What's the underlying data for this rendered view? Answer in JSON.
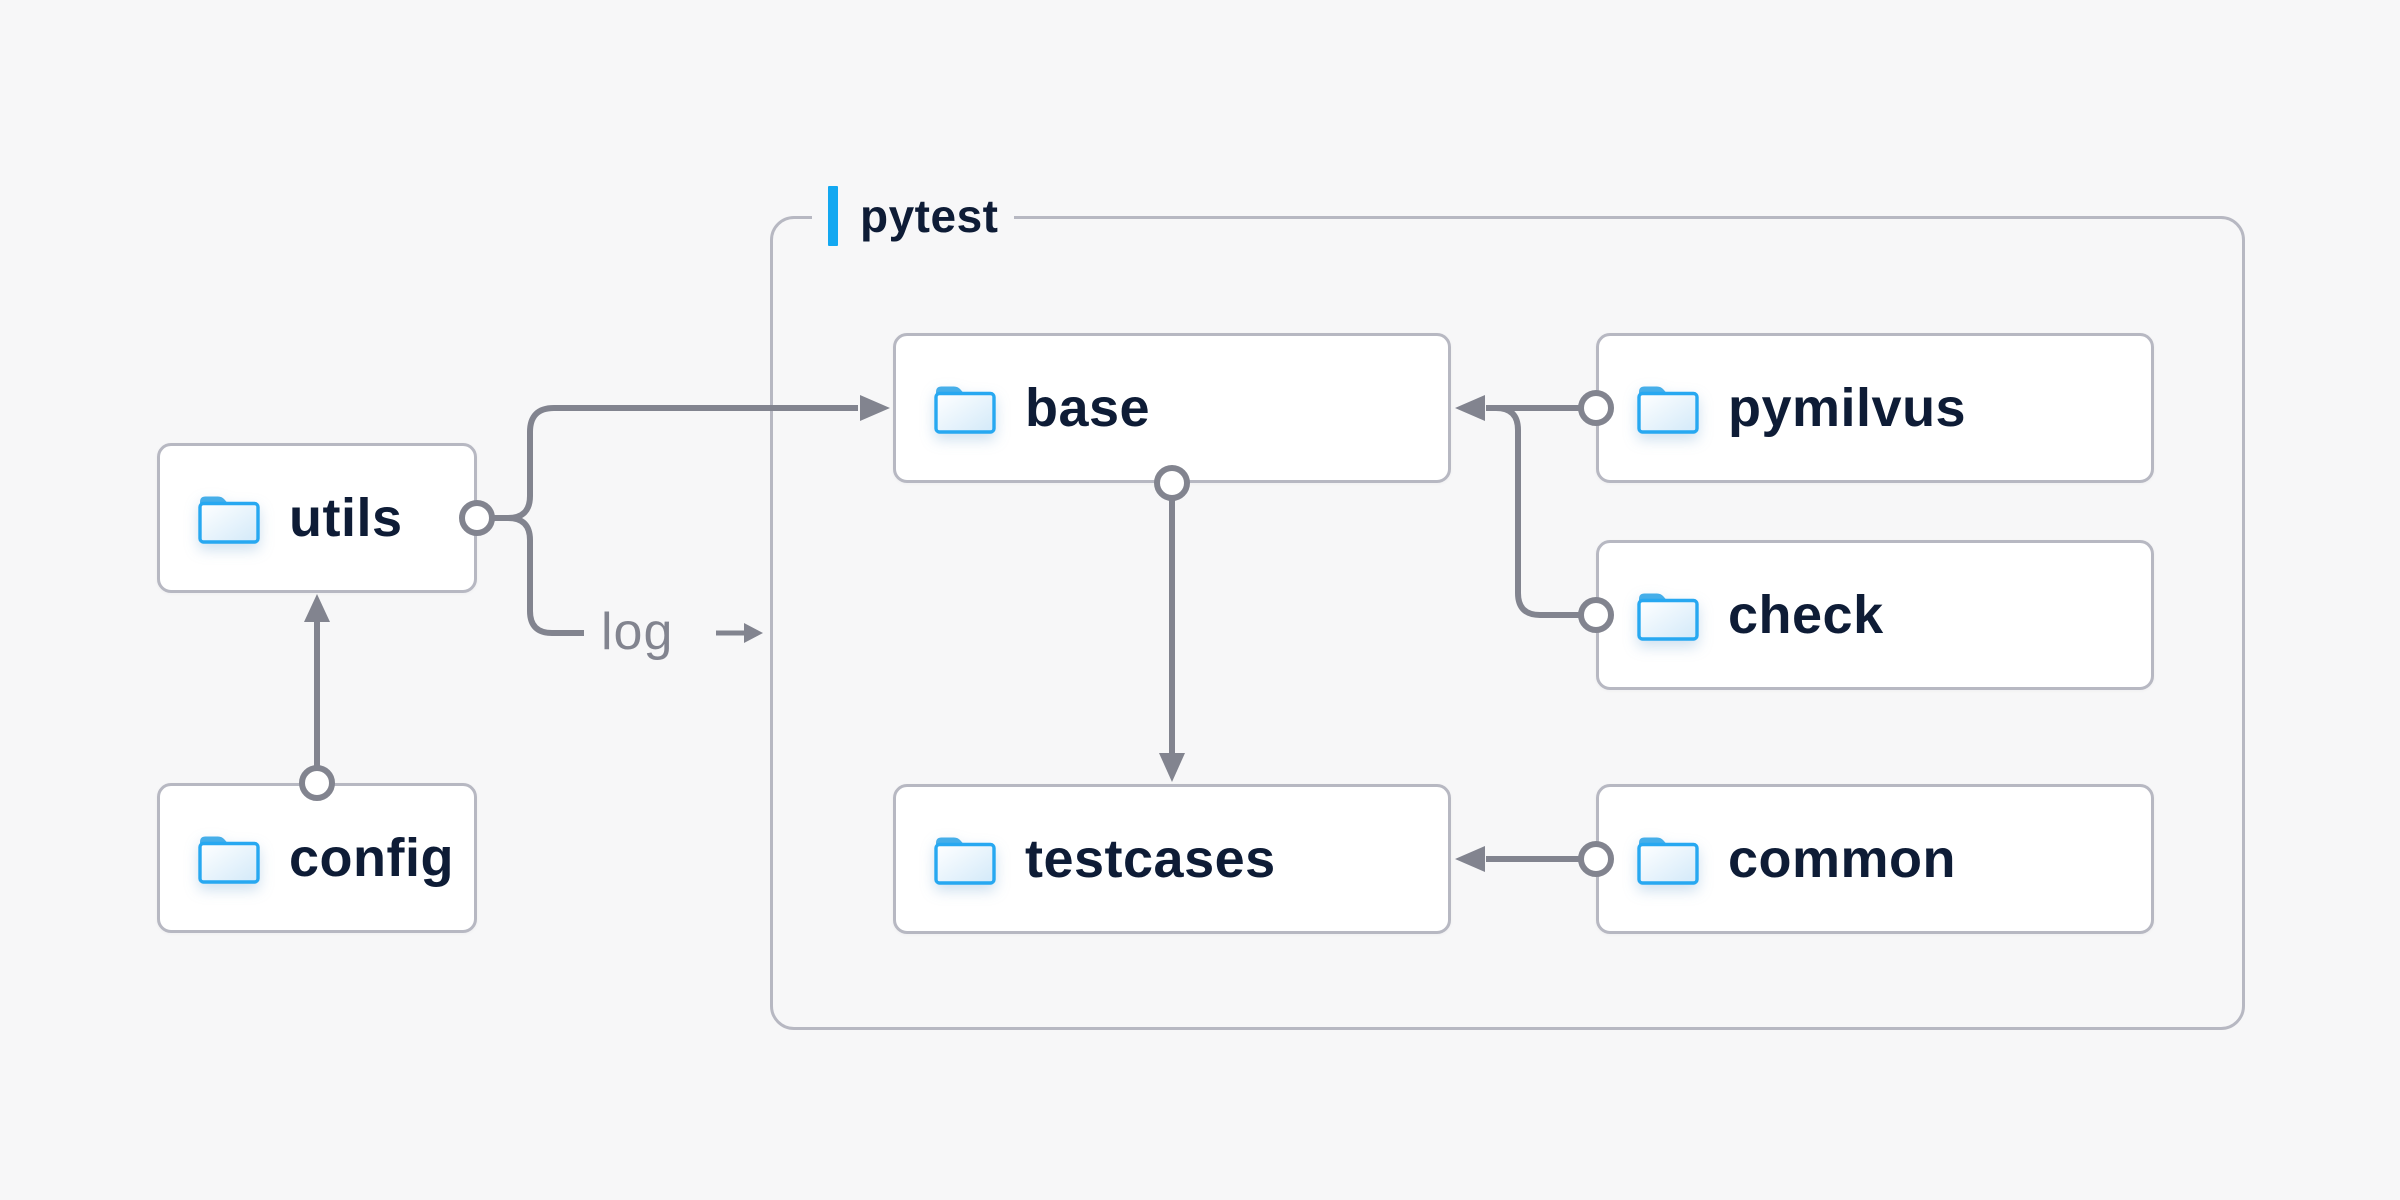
{
  "diagram": {
    "group": {
      "label": "pytest"
    },
    "nodes": {
      "utils": {
        "label": "utils",
        "icon": "folder"
      },
      "config": {
        "label": "config",
        "icon": "folder"
      },
      "base": {
        "label": "base",
        "icon": "folder"
      },
      "pymilvus": {
        "label": "pymilvus",
        "icon": "folder"
      },
      "check": {
        "label": "check",
        "icon": "folder"
      },
      "testcases": {
        "label": "testcases",
        "icon": "folder"
      },
      "common": {
        "label": "common",
        "icon": "folder"
      }
    },
    "edges": [
      {
        "from": "config",
        "to": "utils",
        "style": "arrow"
      },
      {
        "from": "utils",
        "to": "base",
        "style": "arrow"
      },
      {
        "from": "utils",
        "to": "pytest-group",
        "style": "arrow",
        "label": "log"
      },
      {
        "from": "pymilvus",
        "to": "base",
        "style": "arrow"
      },
      {
        "from": "check",
        "to": "base",
        "style": "arrow"
      },
      {
        "from": "base",
        "to": "testcases",
        "style": "arrow"
      },
      {
        "from": "common",
        "to": "testcases",
        "style": "arrow"
      }
    ],
    "log_label": "log"
  },
  "colors": {
    "background": "#f7f7f8",
    "node_fill": "#ffffff",
    "node_border": "#b7b8c2",
    "edge": "#82848f",
    "text": "#0e1c36",
    "accent_blue": "#13a8f1",
    "folder_blue": "#27a8f1",
    "folder_tab": "#45aee9",
    "log_text": "#82848f"
  }
}
